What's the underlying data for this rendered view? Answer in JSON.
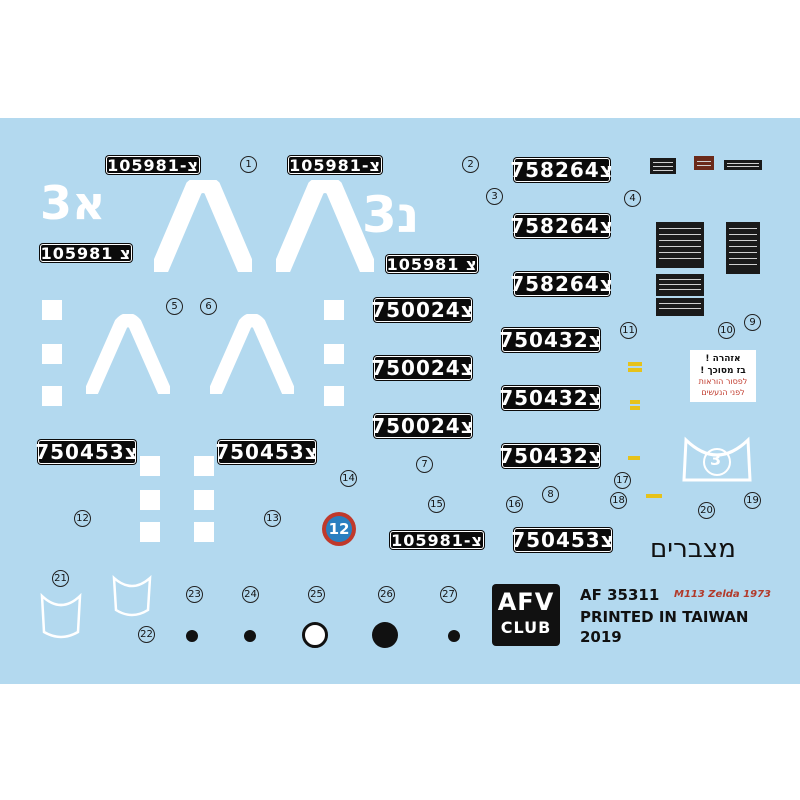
{
  "plates": {
    "p105981a": "105981-צ",
    "p105981b": "105981-צ",
    "p105981c": "105981 צ",
    "p105981d": "105981 צ",
    "p105981e": "105981-צ",
    "p758264a": "758264צ",
    "p758264b": "758264צ",
    "p758264c": "758264צ",
    "p750024a": "750024צ",
    "p750024b": "750024צ",
    "p750024c": "750024צ",
    "p750432a": "750432צ",
    "p750432b": "750432צ",
    "p750432c": "750432צ",
    "p750453a": "750453צ",
    "p750453b": "750453צ",
    "p750453c": "750453צ"
  },
  "numbers": [
    "1",
    "2",
    "3",
    "4",
    "5",
    "6",
    "7",
    "8",
    "9",
    "10",
    "11",
    "12",
    "13",
    "14",
    "15",
    "16",
    "17",
    "18",
    "19",
    "20",
    "21",
    "22",
    "23",
    "24",
    "25",
    "26",
    "27"
  ],
  "tactical": {
    "left_code": "3א",
    "right_code": "3נ",
    "big3": "3",
    "roundel": "12",
    "emblem": "3"
  },
  "warning": {
    "title": "אזהרה !",
    "line2": "בז מסוכך !",
    "line3": "לפסור הוראות",
    "line4": "לפני הנעשים"
  },
  "hebrew_word": "מצברים",
  "brand": {
    "logo_top": "AFV",
    "logo_bottom": "CLUB",
    "code": "AF 35311",
    "subject": "M113 Zelda 1973",
    "printed": "PRINTED IN TAIWAN",
    "year": "2019"
  },
  "colors": {
    "sheet": "#b3d9ef",
    "plate": "#0b0b0b",
    "roundel_red": "#c0392b",
    "roundel_blue": "#2a7fc0",
    "subject_red": "#b23a2a"
  }
}
